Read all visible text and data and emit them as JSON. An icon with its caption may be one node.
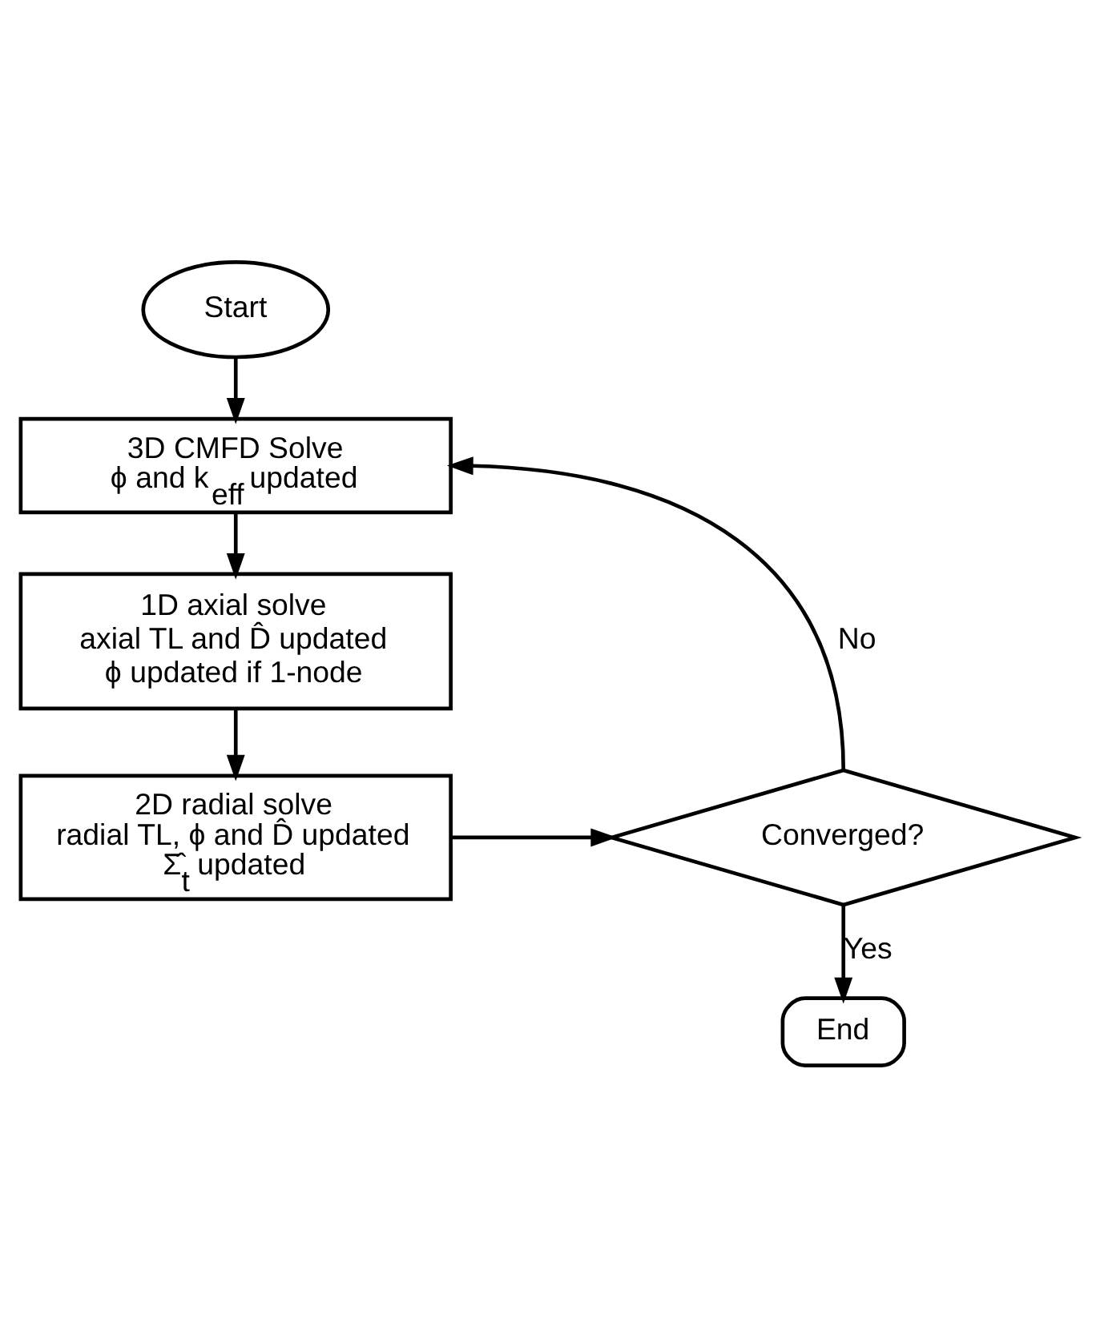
{
  "diagram": {
    "nodes": [
      {
        "text": [
          "Start"
        ]
      },
      {
        "text": [
          "3D CMFD Solve",
          "ϕ and k$_{eff}$ updated"
        ]
      },
      {
        "text": [
          "1D axial solve",
          "axial TL and D̂ updated",
          "ϕ updated if 1-node"
        ]
      },
      {
        "text": [
          "2D radial solve",
          "radial TL, ϕ and D̂ updated",
          "Σ̂$_{t}$ updated"
        ]
      },
      {
        "text": [
          "Converged?"
        ]
      },
      {
        "text": [
          "End"
        ]
      }
    ],
    "edges": [
      {
        "from": 0,
        "to": 1,
        "arrow": "to"
      },
      {
        "from": 1,
        "to": 2,
        "arrow": "to"
      },
      {
        "from": 2,
        "to": 3,
        "arrow": "to"
      },
      {
        "from": 3,
        "to": 4,
        "arrow": "to"
      },
      {
        "from": 4,
        "to": 1,
        "arrow": "to",
        "label": "No"
      },
      {
        "from": 4,
        "to": 5,
        "arrow": "to",
        "label": "Yes"
      }
    ]
  }
}
